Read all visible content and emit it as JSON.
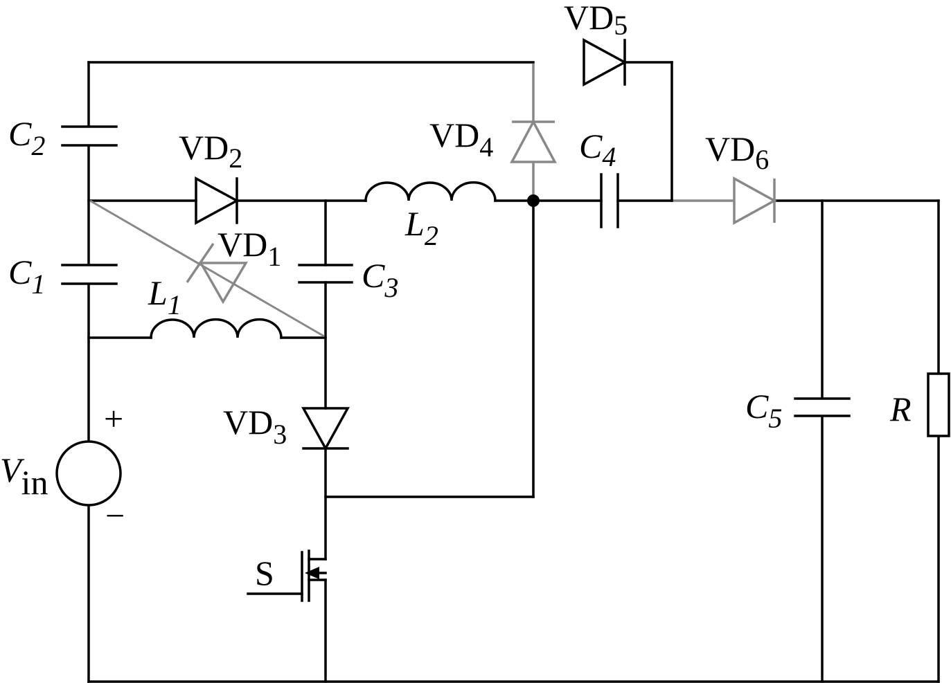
{
  "labels": {
    "c1": {
      "main": "C",
      "sub": "1"
    },
    "c2": {
      "main": "C",
      "sub": "2"
    },
    "c3": {
      "main": "C",
      "sub": "3"
    },
    "c4": {
      "main": "C",
      "sub": "4"
    },
    "c5": {
      "main": "C",
      "sub": "5"
    },
    "l1": {
      "main": "L",
      "sub": "1"
    },
    "l2": {
      "main": "L",
      "sub": "2"
    },
    "vd1": {
      "main": "VD",
      "sub": "1"
    },
    "vd2": {
      "main": "VD",
      "sub": "2"
    },
    "vd3": {
      "main": "VD",
      "sub": "3"
    },
    "vd4": {
      "main": "VD",
      "sub": "4"
    },
    "vd5": {
      "main": "VD",
      "sub": "5"
    },
    "vd6": {
      "main": "VD",
      "sub": "6"
    },
    "vin": {
      "main": "V",
      "sub": "in"
    },
    "r": "R",
    "s": "S",
    "plus": "+",
    "minus": "−"
  },
  "colors": {
    "wire": "#000000",
    "highlight": "#888888",
    "background": "#ffffff"
  }
}
